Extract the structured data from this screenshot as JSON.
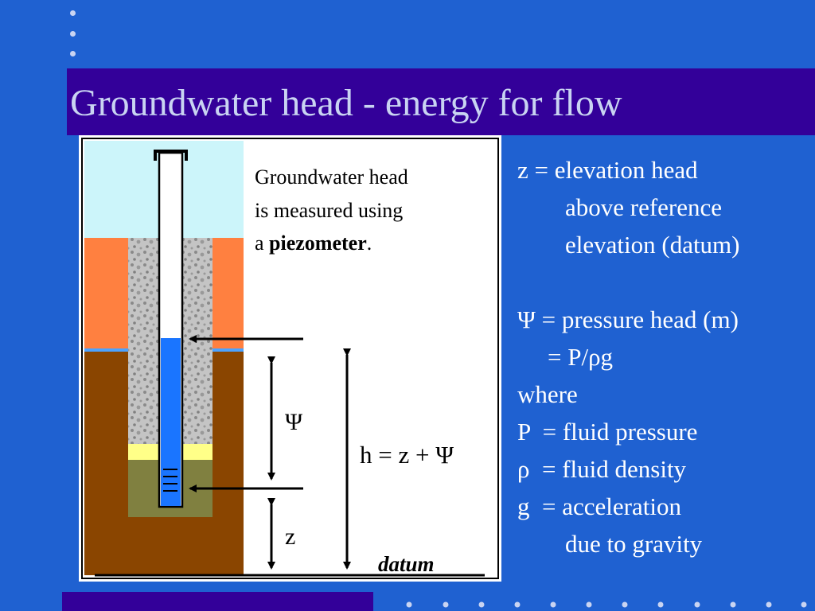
{
  "slide": {
    "title": "Groundwater head - energy for flow",
    "colors": {
      "background": "#1f61d1",
      "title_bar": "#330099",
      "title_text": "#c9d4f2",
      "body_text": "#ffffff"
    }
  },
  "diagram": {
    "caption_line1": "Groundwater head",
    "caption_line2": "is measured using",
    "caption_line3_prefix": "a ",
    "caption_line3_bold": "piezometer",
    "caption_line3_suffix": ".",
    "psi_label": "Ψ",
    "z_label": "z",
    "equation_label": "h = z + Ψ",
    "datum_label": "datum"
  },
  "definitions": {
    "z_line1": "z = elevation head",
    "z_line2": "above reference",
    "z_line3": "elevation (datum)",
    "psi_line1": "Ψ = pressure head (m)",
    "psi_line2": "= P/ρg",
    "where": "where",
    "p_def": "P  = fluid pressure",
    "rho_def": "ρ  = fluid density",
    "g_def1": "g  = acceleration",
    "g_def2": "due to gravity"
  }
}
